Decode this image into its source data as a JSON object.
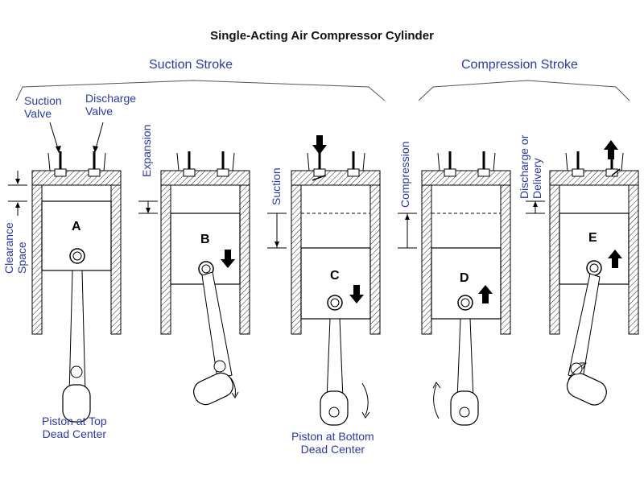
{
  "title": "Single-Acting Air Compressor Cylinder",
  "strokes": {
    "suction": "Suction Stroke",
    "compression": "Compression Stroke"
  },
  "labels": {
    "suction_valve": [
      "Suction",
      "Valve"
    ],
    "discharge_valve": [
      "Discharge",
      "Valve"
    ],
    "clearance_space": [
      "Clearance",
      "Space"
    ],
    "expansion": "Expansion",
    "suction": "Suction",
    "compression": "Compression",
    "discharge_delivery": [
      "Discharge or",
      "Delivery"
    ],
    "tdc": [
      "Piston at Top",
      "Dead Center"
    ],
    "bdc": [
      "Piston at Bottom",
      "Dead Center"
    ]
  },
  "pistons": [
    "A",
    "B",
    "C",
    "D",
    "E"
  ],
  "colors": {
    "label": "#2b3aa6",
    "line": "#000000",
    "wall": "#e0e0e0"
  }
}
